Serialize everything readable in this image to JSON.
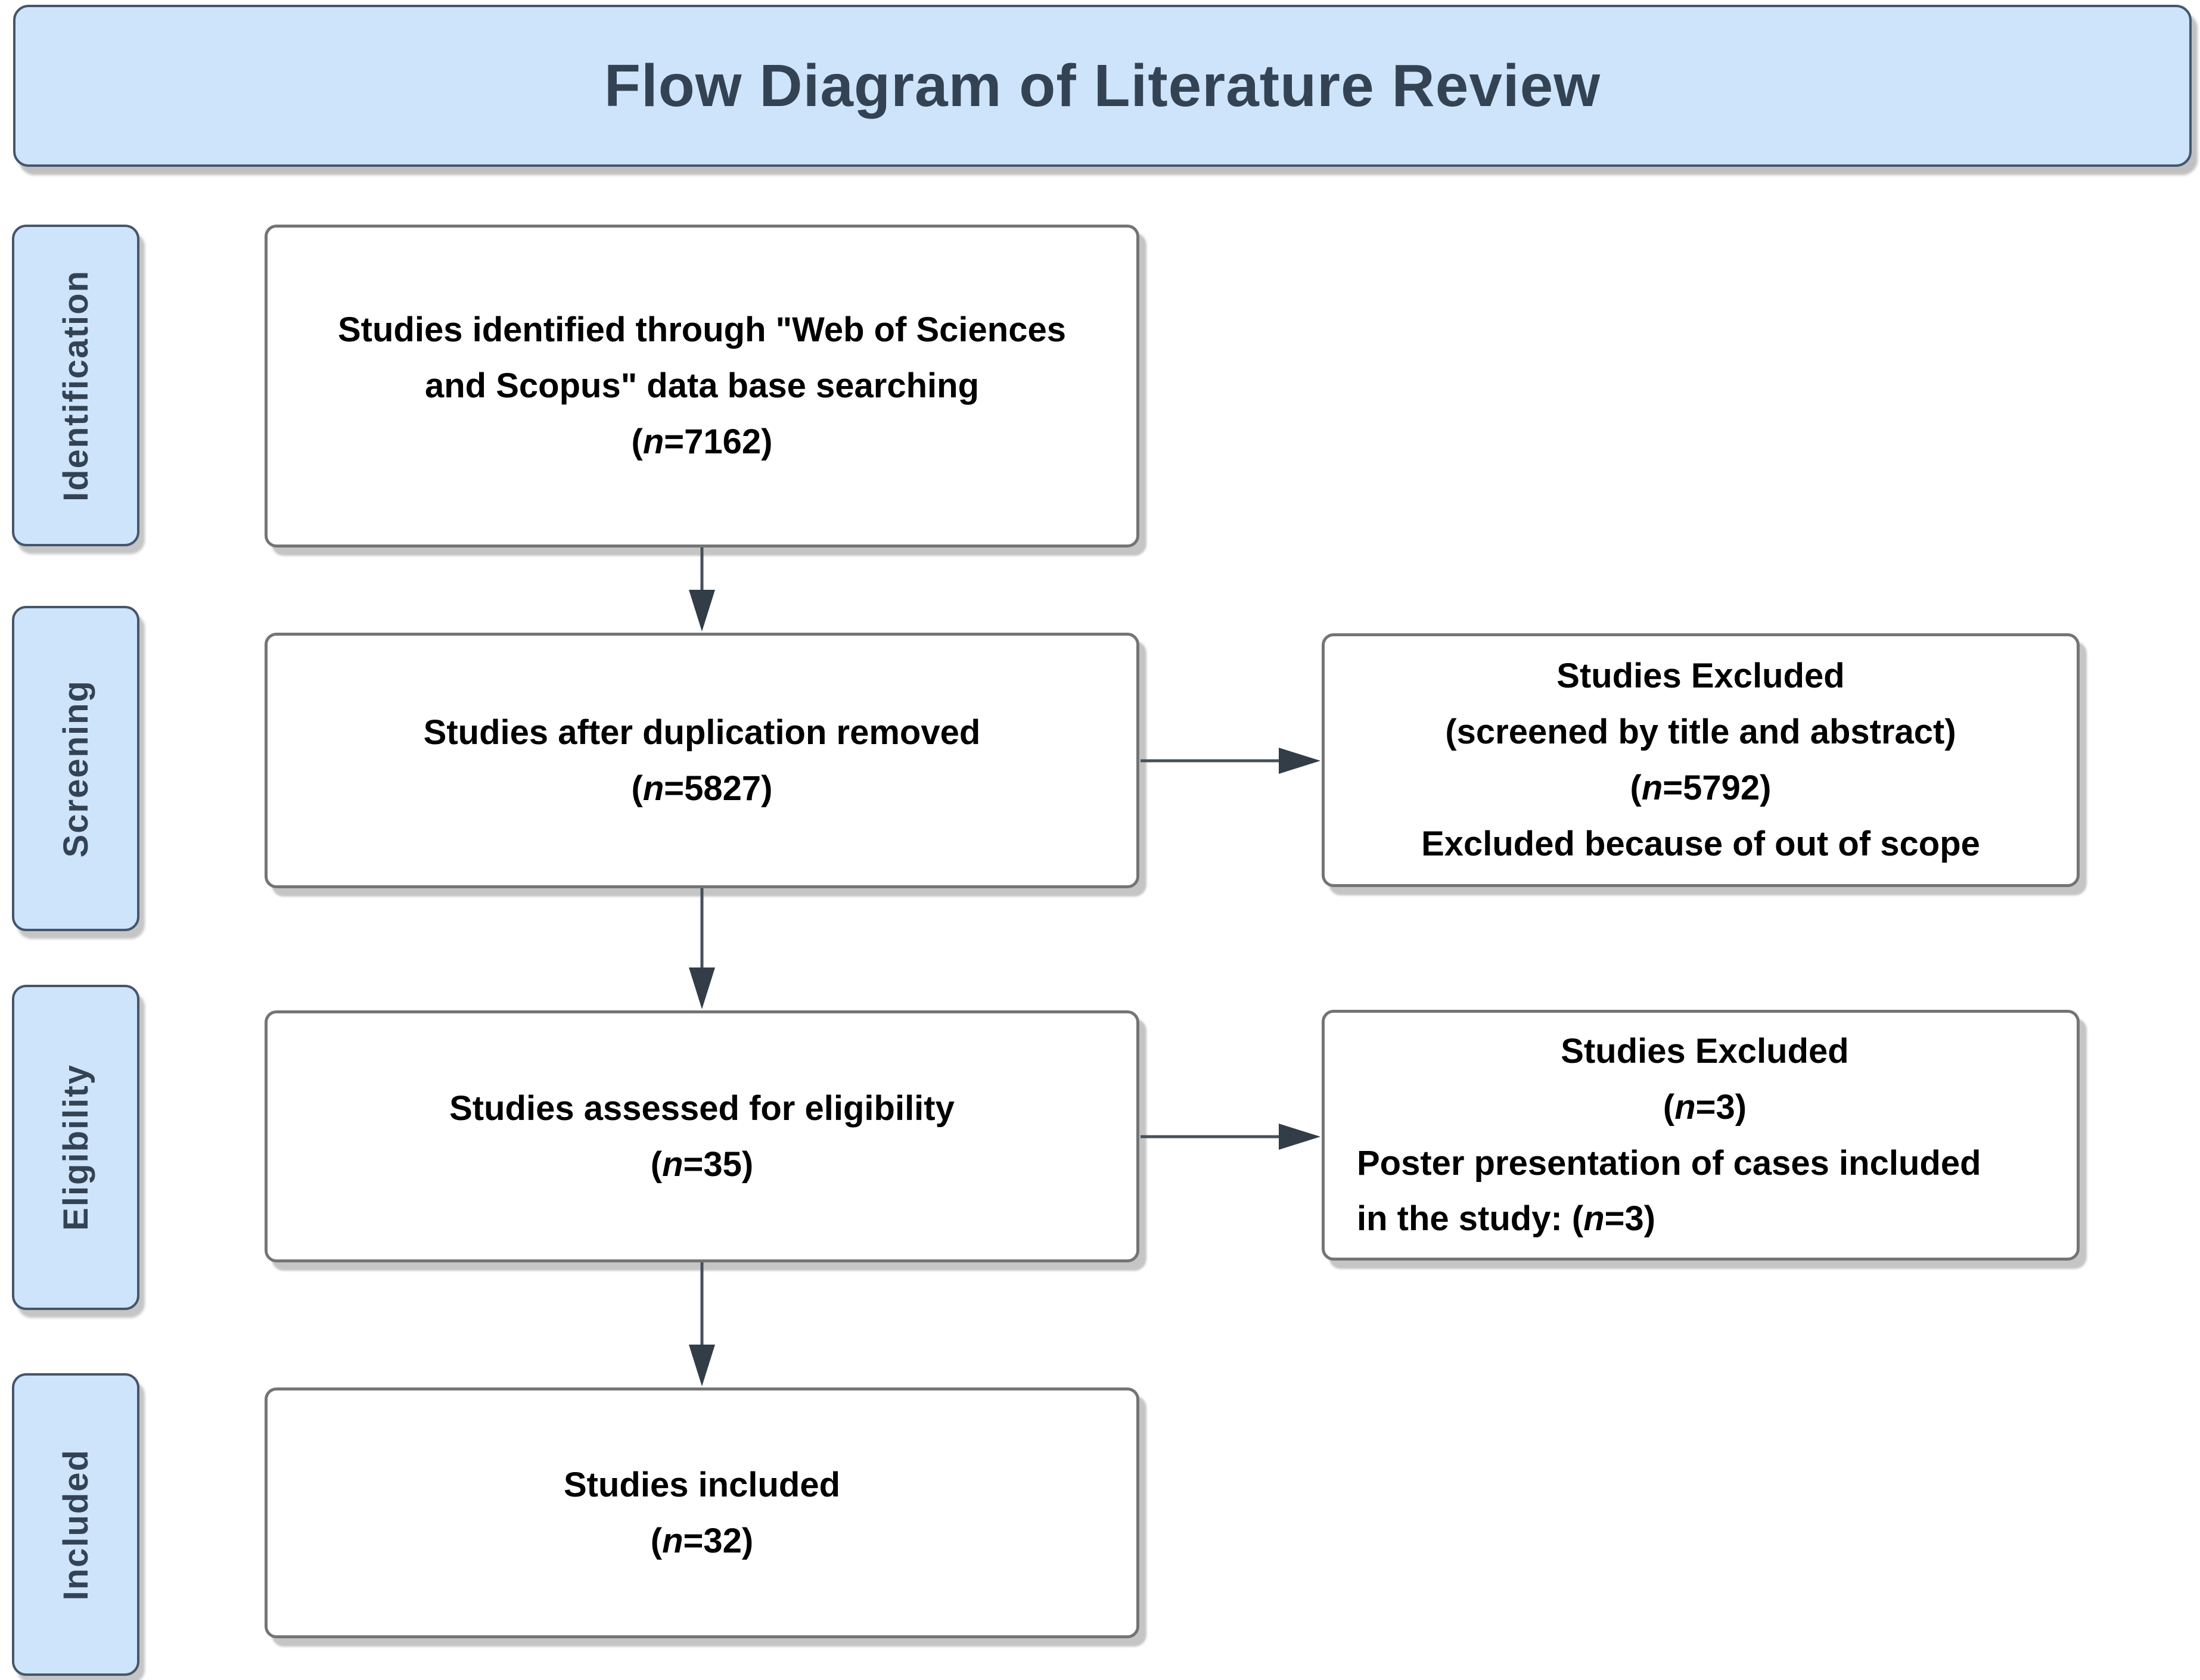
{
  "title": "Flow Diagram of Literature Review",
  "colors": {
    "phase_fill": "#cde4fb",
    "phase_border": "#45566c",
    "title_text": "#344354",
    "box_border": "#747474",
    "box_text": "#000000",
    "arrow": "#46505b",
    "shadow": "#969696"
  },
  "sidebar": {
    "items": [
      {
        "label": "Identification"
      },
      {
        "label": "Screening"
      },
      {
        "label": "Eligibility"
      },
      {
        "label": "Included"
      }
    ]
  },
  "counts": {
    "identified": 7162,
    "after_duplicates_removed": 5827,
    "excluded_screening": 5792,
    "assessed_for_eligibility": 35,
    "excluded_eligibility": 3,
    "poster_presentations": 3,
    "included": 32
  },
  "boxes": {
    "identified": {
      "lines": [
        {
          "align": "center",
          "segs": [
            {
              "t": "Studies identified through \"Web of Sciences"
            }
          ]
        },
        {
          "align": "center",
          "segs": [
            {
              "t": "and Scopus\" data base searching"
            }
          ]
        },
        {
          "align": "center",
          "segs": [
            {
              "t": "("
            },
            {
              "t": "n",
              "i": true
            },
            {
              "t": "=7162)"
            }
          ]
        }
      ]
    },
    "deduplicated": {
      "lines": [
        {
          "align": "center",
          "segs": [
            {
              "t": "Studies after duplication removed"
            }
          ]
        },
        {
          "align": "center",
          "segs": [
            {
              "t": "("
            },
            {
              "t": "n",
              "i": true
            },
            {
              "t": "=5827)"
            }
          ]
        }
      ]
    },
    "excluded_screening": {
      "lines": [
        {
          "align": "center",
          "segs": [
            {
              "t": "Studies Excluded"
            }
          ]
        },
        {
          "align": "center",
          "segs": [
            {
              "t": "(screened by title and abstract)"
            }
          ]
        },
        {
          "align": "center",
          "segs": [
            {
              "t": "("
            },
            {
              "t": "n",
              "i": true
            },
            {
              "t": "=5792)"
            }
          ]
        },
        {
          "align": "center",
          "segs": [
            {
              "t": "Excluded because of out of scope"
            }
          ]
        }
      ]
    },
    "assessed": {
      "lines": [
        {
          "align": "center",
          "segs": [
            {
              "t": "Studies assessed for eligibility"
            }
          ]
        },
        {
          "align": "center",
          "segs": [
            {
              "t": "("
            },
            {
              "t": "n",
              "i": true
            },
            {
              "t": "=35)"
            }
          ]
        }
      ]
    },
    "excluded_eligibility": {
      "lines": [
        {
          "align": "center",
          "segs": [
            {
              "t": "Studies Excluded"
            }
          ]
        },
        {
          "align": "center",
          "segs": [
            {
              "t": "("
            },
            {
              "t": "n",
              "i": true
            },
            {
              "t": "=3)"
            }
          ]
        },
        {
          "align": "left",
          "segs": [
            {
              "t": "Poster presentation of cases included"
            }
          ]
        },
        {
          "align": "left",
          "segs": [
            {
              "t": "in the study: ("
            },
            {
              "t": "n",
              "i": true
            },
            {
              "t": "=3)"
            }
          ]
        }
      ]
    },
    "included": {
      "lines": [
        {
          "align": "center",
          "segs": [
            {
              "t": "Studies included"
            }
          ]
        },
        {
          "align": "center",
          "segs": [
            {
              "t": "("
            },
            {
              "t": "n",
              "i": true
            },
            {
              "t": "=32)"
            }
          ]
        }
      ]
    }
  }
}
